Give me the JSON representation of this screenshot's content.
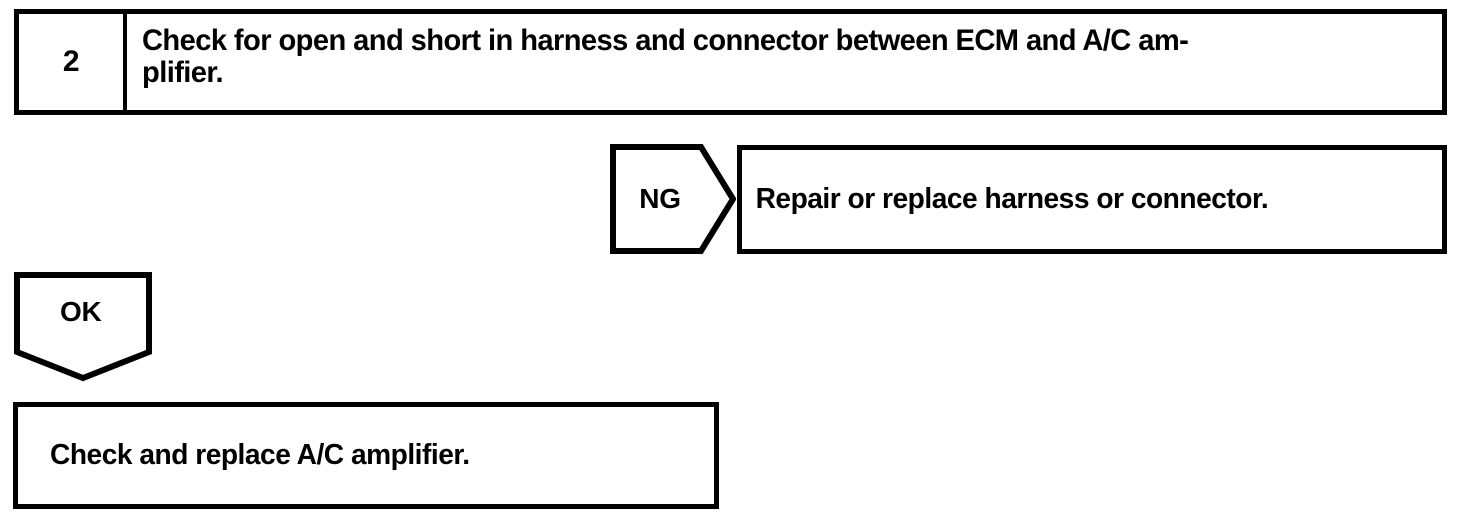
{
  "document": {
    "type": "troubleshooting-flowchart",
    "ink_color": "#000000",
    "background_color": "#ffffff"
  },
  "step": {
    "number": "2",
    "instruction": "Check for open and short in harness and connector between ECM and A/C am-\nplifier."
  },
  "branches": {
    "ng": {
      "label": "NG",
      "result": "Repair or replace harness or connector."
    },
    "ok": {
      "label": "OK",
      "result": "Check and replace A/C amplifier."
    }
  }
}
